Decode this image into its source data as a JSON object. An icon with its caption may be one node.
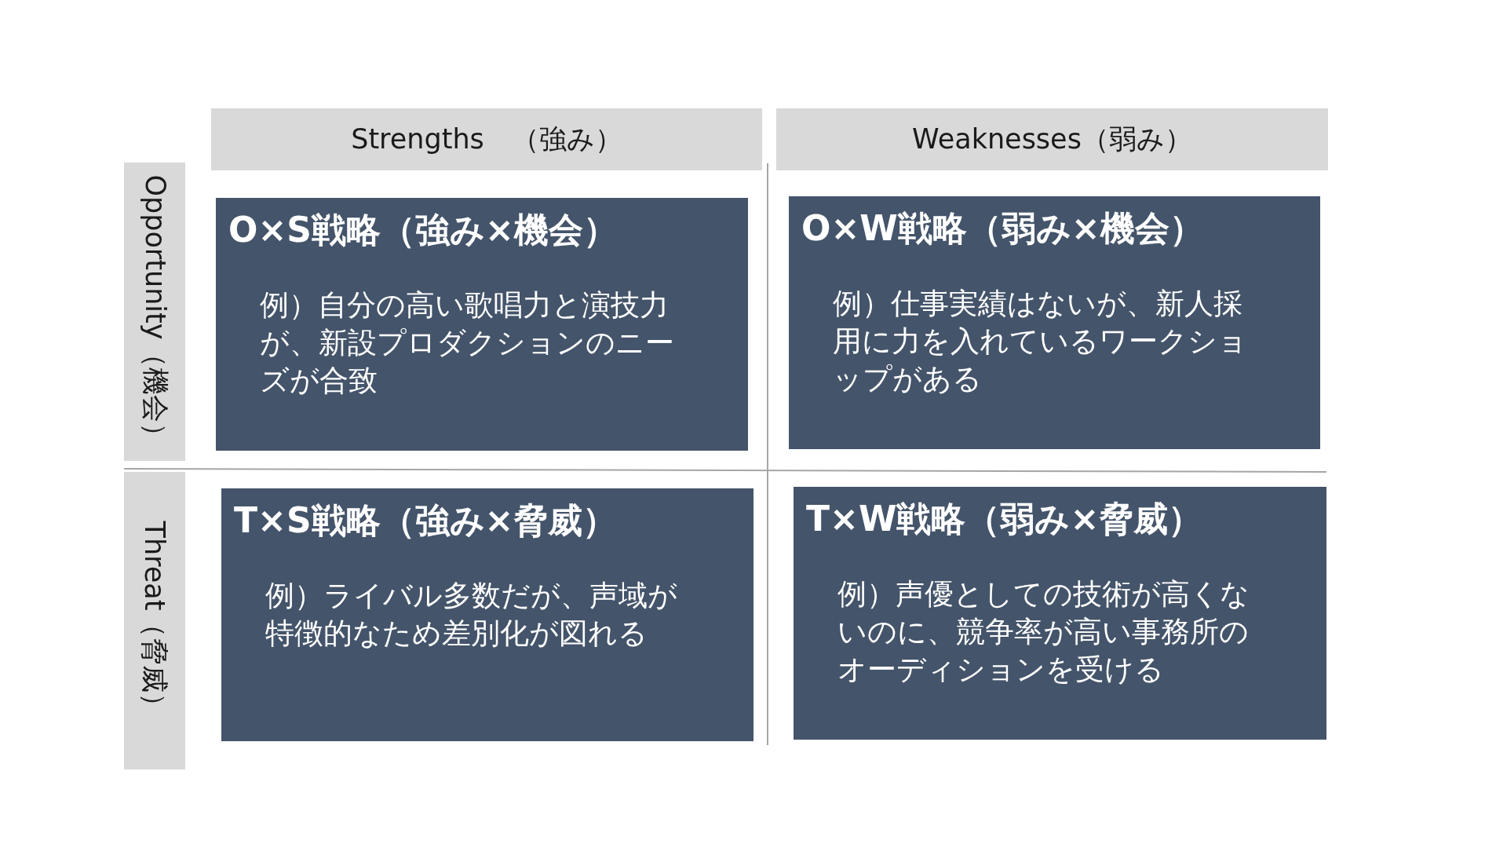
{
  "diagram": {
    "nodes": [
      {
        "text": [
          "Strengths　（強み）"
        ]
      },
      {
        "text": [
          "Weaknesses（弱み）"
        ]
      },
      {
        "text": [
          "Opportunity（機会）"
        ]
      },
      {
        "text": [
          "Threat（脅威）"
        ]
      },
      {
        "text": [
          "O×S戦略（強み×機会）",
          "例）自分の高い歌唱力と演技力が、新設プロダクションのニーズが合致"
        ]
      },
      {
        "text": [
          "O×W戦略（弱み×機会）",
          "例）仕事実績はないが、新人採用に力を入れているワークショップがある"
        ]
      },
      {
        "text": [
          "T×S戦略（強み×脅威）",
          "例）ライバル多数だが、声域が特徴的なため差別化が図れる"
        ]
      },
      {
        "text": [
          "T×W戦略（弱み×脅威）",
          "例）声優としての技術が高くないのに、競争率が高い事務所のオーディションを受ける"
        ]
      }
    ]
  }
}
